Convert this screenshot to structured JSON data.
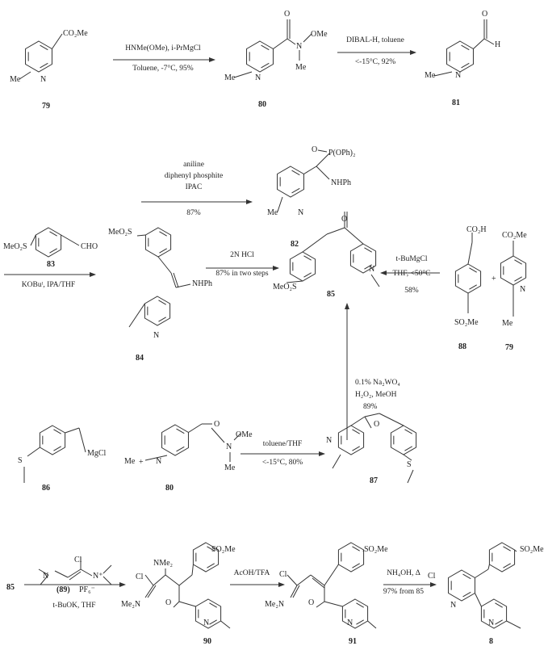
{
  "compounds": {
    "c79": {
      "label": "79",
      "co2me": "CO₂Me",
      "me": "Me",
      "n": "N"
    },
    "c80": {
      "label": "80",
      "o": "O",
      "ome": "OMe",
      "n_amide": "N",
      "me_amide": "Me",
      "me": "Me",
      "n": "N"
    },
    "c81": {
      "label": "81",
      "o": "O",
      "h": "H",
      "me": "Me",
      "n": "N"
    },
    "c82": {
      "label": "82",
      "o": "O",
      "p": "P(OPh)₂",
      "nhph": "NHPh",
      "me": "Me",
      "n": "N"
    },
    "c83": {
      "label": "83",
      "meo2s": "MeO₂S",
      "cho": "CHO"
    },
    "c84": {
      "label": "84",
      "meo2s": "MeO₂S",
      "nhph": "NHPh",
      "n": "N"
    },
    "c85": {
      "label": "85",
      "o": "O",
      "meo2s": "MeO₂S",
      "n": "N"
    },
    "c88": {
      "label": "88",
      "co2h": "CO₂H",
      "so2me": "SO₂Me"
    },
    "c79b": {
      "label": "79",
      "co2me": "CO₂Me",
      "n": "N",
      "me": "Me"
    },
    "plus1": "+",
    "c86": {
      "label": "86",
      "mgcl": "MgCl",
      "s": "S"
    },
    "plus2": "+",
    "c80b": {
      "label": "80",
      "o": "O",
      "ome": "OMe",
      "n_amide": "N",
      "me_amide": "Me",
      "me": "Me",
      "n": "N"
    },
    "c87": {
      "label": "87",
      "o": "O",
      "n": "N",
      "s": "S"
    },
    "start85": "85",
    "c89": {
      "label": "(89)",
      "counterion": "PF₆⁻",
      "cl": "Cl",
      "n1": "N",
      "n2": "N⁺"
    },
    "c90": {
      "label": "90",
      "cl": "Cl",
      "nme2": "NMe₂",
      "so2me": "SO₂Me",
      "me2n": "Me₂N",
      "o": "O",
      "n": "N"
    },
    "c91": {
      "label": "91",
      "cl": "Cl",
      "so2me": "SO₂Me",
      "me2n": "Me₂N",
      "o": "O",
      "n": "N"
    },
    "c8": {
      "label": "8",
      "cl": "Cl",
      "so2me": "SO₂Me",
      "n1": "N",
      "n2": "N"
    }
  },
  "reactions": {
    "r1": {
      "above": "HNMe(OMe), i-PrMgCl",
      "below": "Toluene, -7°C, 95%"
    },
    "r2": {
      "above": "DIBAL-H, toluene",
      "below": "<-15°C, 92%"
    },
    "r3": {
      "line1": "aniline",
      "line2": "diphenyl phosphite",
      "line3": "IPAC",
      "below": "87%"
    },
    "r4": {
      "below": "KOBuᵗ, IPA/THF"
    },
    "r5": {
      "above": "2N HCl",
      "below": "87% in two steps"
    },
    "r6": {
      "line1": "t-BuMgCl",
      "line2": "THF, <50°C",
      "line3": "58%"
    },
    "r7": {
      "line1": "0.1% Na₂WO₄",
      "line2": "H₂O₂, MeOH",
      "line3": "89%"
    },
    "r8": {
      "above": "toluene/THF",
      "below": "<-15°C, 80%"
    },
    "r9": {
      "below": "t-BuOK, THF"
    },
    "r10": {
      "above": "AcOH/TFA"
    },
    "r11": {
      "above": "NH₄OH, Δ",
      "below": "97% from 85"
    }
  }
}
